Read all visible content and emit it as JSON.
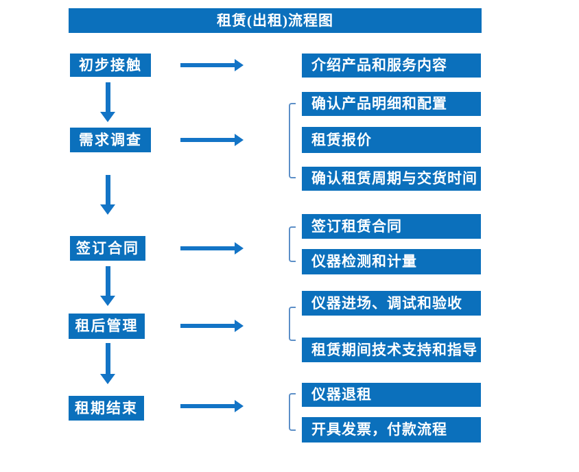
{
  "title": "租赁(出租)流程图",
  "colors": {
    "box_blue": "#0b70bc",
    "arrow_blue": "#1374c6",
    "bracket_blue": "#5c8fc7",
    "text_white": "#ffffff",
    "background": "#ffffff"
  },
  "icons": {
    "right_arrow": "arrow-right-icon",
    "down_arrow": "arrow-down-icon",
    "group_bracket": "square-bracket-icon"
  },
  "stages": [
    {
      "label": "初步接触",
      "details": [
        "介绍产品和服务内容"
      ]
    },
    {
      "label": "需求调查",
      "details": [
        "确认产品明细和配置",
        "租赁报价",
        "确认租赁周期与交货时间"
      ]
    },
    {
      "label": "签订合同",
      "details": [
        "签订租赁合同",
        "仪器检测和计量"
      ]
    },
    {
      "label": "租后管理",
      "details": [
        "仪器进场、调试和验收",
        "租赁期间技术支持和指导"
      ]
    },
    {
      "label": "租期结束",
      "details": [
        "仪器退租",
        "开具发票，付款流程"
      ]
    }
  ]
}
